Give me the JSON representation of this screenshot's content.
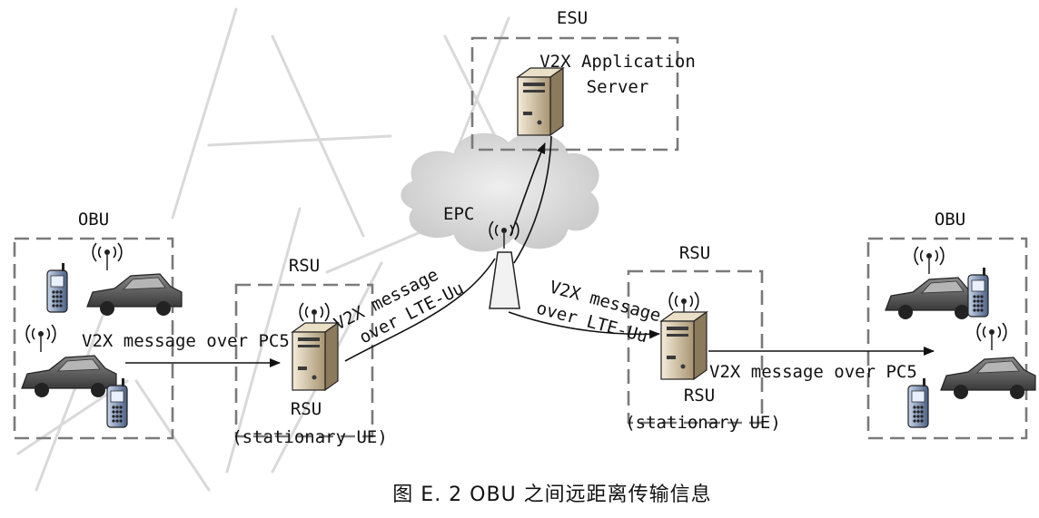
{
  "diagram": {
    "nodes": {
      "esu": {
        "group_label": "ESU",
        "line1": "V2X Application",
        "line2": "Server"
      },
      "epc": {
        "label": "EPC"
      },
      "obu_left": {
        "group_label": "OBU"
      },
      "obu_right": {
        "group_label": "OBU"
      },
      "rsu_left": {
        "group_label": "RSU",
        "line1": "RSU",
        "line2": "(stationary UE)"
      },
      "rsu_right": {
        "group_label": "RSU",
        "line1": "RSU",
        "line2": "(stationary UE)"
      }
    },
    "edges": {
      "pc5_left": "V2X message over PC5",
      "uu_left_line1": "V2X message",
      "uu_left_line2": "over LTE-Uu",
      "uu_right_line1": "V2X message",
      "uu_right_line2": "over LTE-Uu",
      "pc5_right": "V2X message over PC5"
    },
    "caption": "图 E. 2 OBU 之间远距离传输信息"
  },
  "colors": {
    "line": "#111111",
    "dashed_box": "#7a7a7a",
    "cloud": "#cfcfcf",
    "car": "#4a4a4a",
    "server": "#c9b79a"
  }
}
